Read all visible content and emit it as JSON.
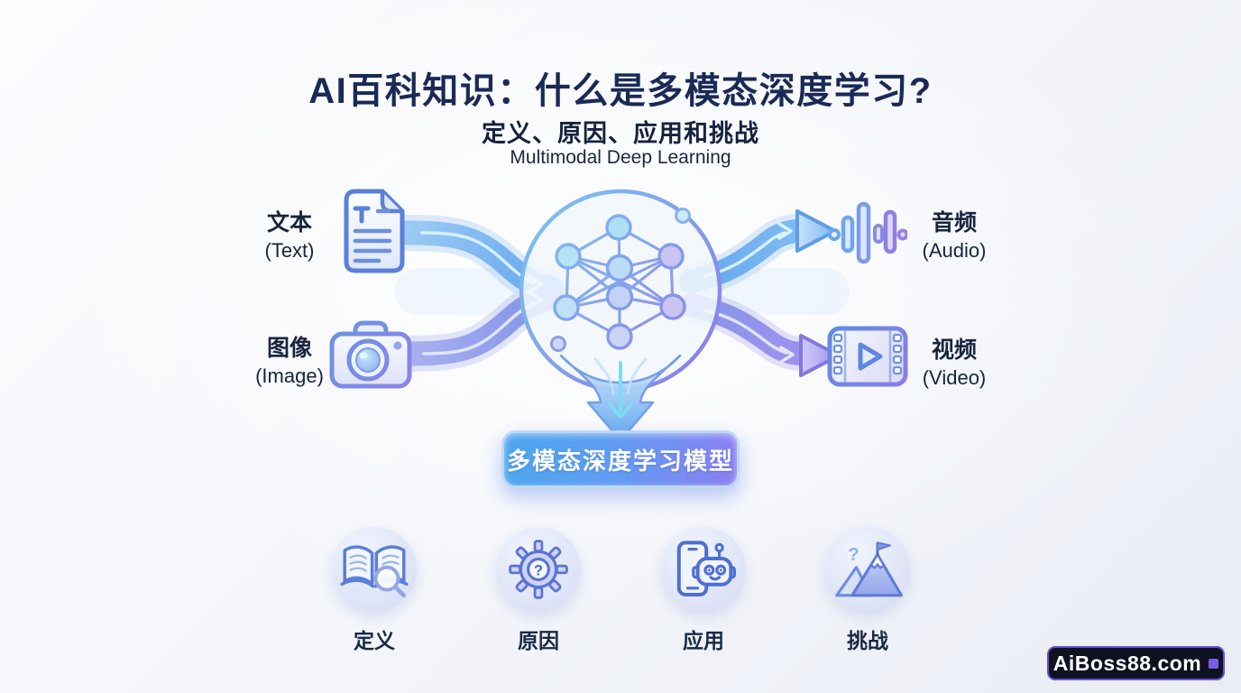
{
  "header": {
    "title": "AI百科知识：什么是多模态深度学习?",
    "subtitle": "定义、原因、应用和挑战",
    "subtitle_en": "Multimodal Deep Learning"
  },
  "inputs": [
    {
      "label": "文本",
      "label_en": "(Text)",
      "icon": "document-icon"
    },
    {
      "label": "图像",
      "label_en": "(Image)",
      "icon": "camera-icon"
    }
  ],
  "outputs": [
    {
      "label": "音频",
      "label_en": "(Audio)",
      "icon": "audio-wave-icon"
    },
    {
      "label": "视频",
      "label_en": "(Video)",
      "icon": "video-icon"
    }
  ],
  "model": {
    "label": "多模态深度学习模型"
  },
  "topics": [
    {
      "label": "定义",
      "icon": "book-magnifier-icon"
    },
    {
      "label": "原因",
      "icon": "gear-question-icon"
    },
    {
      "label": "应用",
      "icon": "phone-robot-icon"
    },
    {
      "label": "挑战",
      "icon": "mountain-flag-icon"
    }
  ],
  "glyphs": {
    "question": "?"
  },
  "watermark": {
    "text": "AiBoss88.com"
  },
  "colors": {
    "title_text": "#1a2a56",
    "accent_blue": "#5fa8ee",
    "accent_purple": "#8b7df2",
    "button_gradient_start": "#4ca6ee",
    "button_gradient_end": "#8a7ff2",
    "watermark_bg": "#0e1220",
    "watermark_border": "#6a4ed6"
  }
}
